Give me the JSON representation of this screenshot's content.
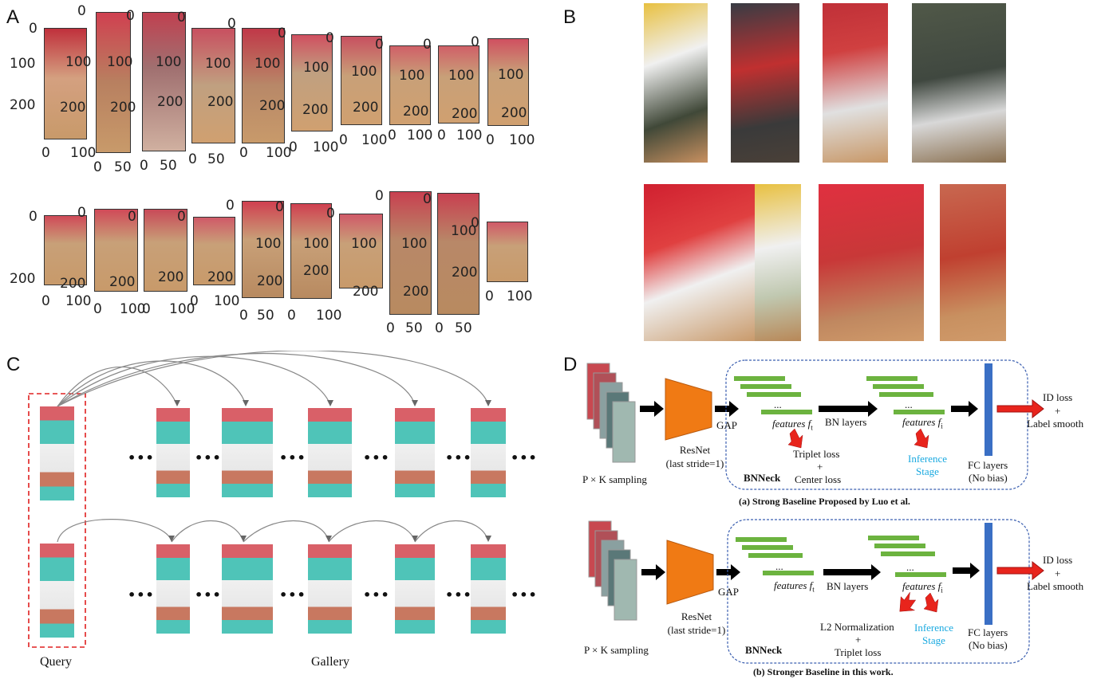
{
  "panels": {
    "a": "A",
    "b": "B",
    "c": "C",
    "d": "D"
  },
  "panel_a": {
    "ticks_left": [
      "0",
      "100",
      "200"
    ],
    "ticks_left_bottom": [
      "0",
      "200"
    ],
    "inner_ticks": [
      "0",
      "100",
      "200"
    ],
    "x_ticks_100": [
      "0",
      "100"
    ],
    "x_ticks_50": [
      "0",
      "50"
    ]
  },
  "panel_c": {
    "ellipsis": "•••",
    "query_label": "Query",
    "gallery_label": "Gallery"
  },
  "diagram_a": {
    "sampling": "P × K sampling",
    "resnet": "ResNet",
    "resnet_sub": "(last stride=1)",
    "gap": "GAP",
    "dots": "...",
    "features_t": "features f",
    "features_t_sub": "t",
    "bn_layers": "BN layers",
    "features_i": "features f",
    "features_i_sub": "i",
    "triplet_loss": "Triplet loss",
    "plus": "+",
    "center_loss": "Center loss",
    "bnneck": "BNNeck",
    "inference": "Inference",
    "stage": "Stage",
    "fc_layers": "FC layers",
    "no_bias": "(No bias)",
    "id_loss": "ID loss",
    "label_smooth": "Label smooth",
    "caption": "(a) Strong Baseline Proposed by Luo et al."
  },
  "diagram_b": {
    "sampling": "P × K sampling",
    "resnet": "ResNet",
    "resnet_sub": "(last stride=1)",
    "gap": "GAP",
    "dots": "...",
    "features_t": "features f",
    "features_t_sub": "t",
    "bn_layers": "BN layers",
    "features_i": "features f",
    "features_i_sub": "i",
    "l2_norm": "L2 Normalization",
    "plus": "+",
    "triplet_loss": "Triplet loss",
    "bnneck": "BNNeck",
    "inference": "Inference",
    "stage": "Stage",
    "fc_layers": "FC layers",
    "no_bias": "(No bias)",
    "id_loss": "ID loss",
    "label_smooth": "Label smooth",
    "caption": "(b) Stronger Baseline in this work."
  },
  "colors": {
    "orange": "#f07a14",
    "green": "#6cb33f",
    "blue": "#3a6fc4",
    "red": "#e8241c",
    "cyan": "#19a9e0",
    "court_red": "#d94f5a",
    "court_teal": "#3fbfb0"
  }
}
